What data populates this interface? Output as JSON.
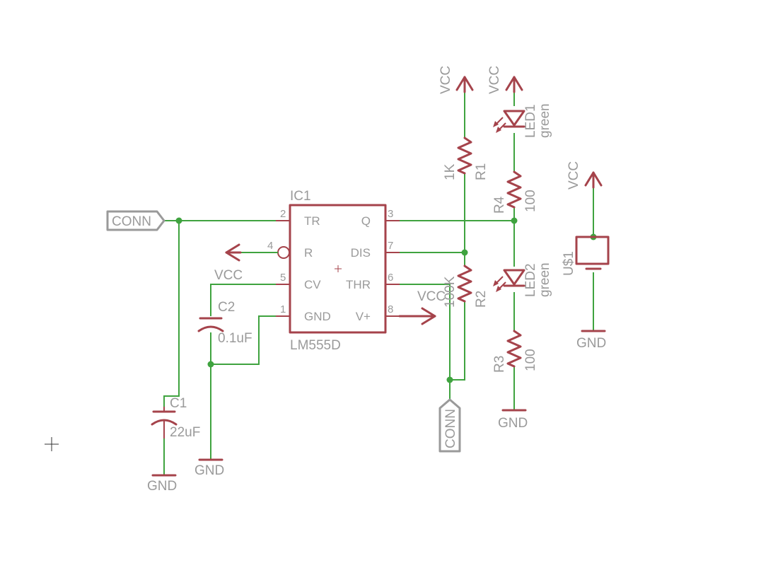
{
  "ic": {
    "ref": "IC1",
    "part": "LM555D",
    "pins": [
      {
        "num": "2",
        "name": "TR"
      },
      {
        "num": "4",
        "name": "R"
      },
      {
        "num": "5",
        "name": "CV"
      },
      {
        "num": "1",
        "name": "GND"
      },
      {
        "num": "3",
        "name": "Q"
      },
      {
        "num": "7",
        "name": "DIS"
      },
      {
        "num": "6",
        "name": "THR"
      },
      {
        "num": "8",
        "name": "V+"
      }
    ]
  },
  "components": {
    "c1": {
      "ref": "C1",
      "value": "22uF"
    },
    "c2": {
      "ref": "C2",
      "value": "0.1uF"
    },
    "r1": {
      "ref": "R1",
      "value": "1K"
    },
    "r2": {
      "ref": "R2",
      "value": "100K"
    },
    "r3": {
      "ref": "R3",
      "value": "100"
    },
    "r4": {
      "ref": "R4",
      "value": "100"
    },
    "led1": {
      "ref": "LED1",
      "value": "green"
    },
    "led2": {
      "ref": "LED2",
      "value": "green"
    },
    "u1": {
      "ref": "U$1"
    }
  },
  "nets": {
    "vcc": "VCC",
    "gnd": "GND",
    "conn": "CONN"
  },
  "colors": {
    "wire": "#3fa33f",
    "symbol": "#a5434b",
    "label": "#9a9a9a"
  }
}
